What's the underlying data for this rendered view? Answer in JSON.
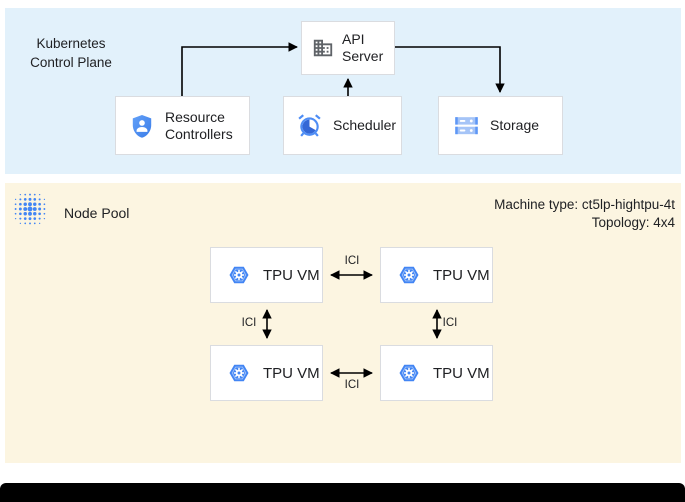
{
  "diagram": {
    "control_plane": {
      "title": "Kubernetes Control Plane",
      "boxes": {
        "api_server": "API Server",
        "resource_controllers": "Resource Controllers",
        "scheduler": "Scheduler",
        "storage": "Storage"
      }
    },
    "node_pool": {
      "title": "Node Pool",
      "machine_type": "Machine type: ct5lp-hightpu-4t",
      "topology": "Topology: 4x4",
      "vm_label": "TPU VM",
      "interconnect_label": "ICI"
    },
    "colors": {
      "control_plane_bg": "#E2F1FB",
      "node_pool_bg": "#FCF5E1",
      "box_border": "#DADCE0",
      "google_blue": "#4285F4",
      "icon_gray": "#5F6368",
      "clock_pie_blue": "#3367D6",
      "arrow": "#000000",
      "bottom_bar": "#000000"
    },
    "icons": {
      "api_server": "building-icon",
      "resource_controllers": "shield-user-icon",
      "scheduler": "alarm-clock-icon",
      "storage": "disk-stack-icon",
      "node_pool": "dots-grid-icon",
      "tpu_vm": "gke-hexagon-gear-icon"
    }
  }
}
